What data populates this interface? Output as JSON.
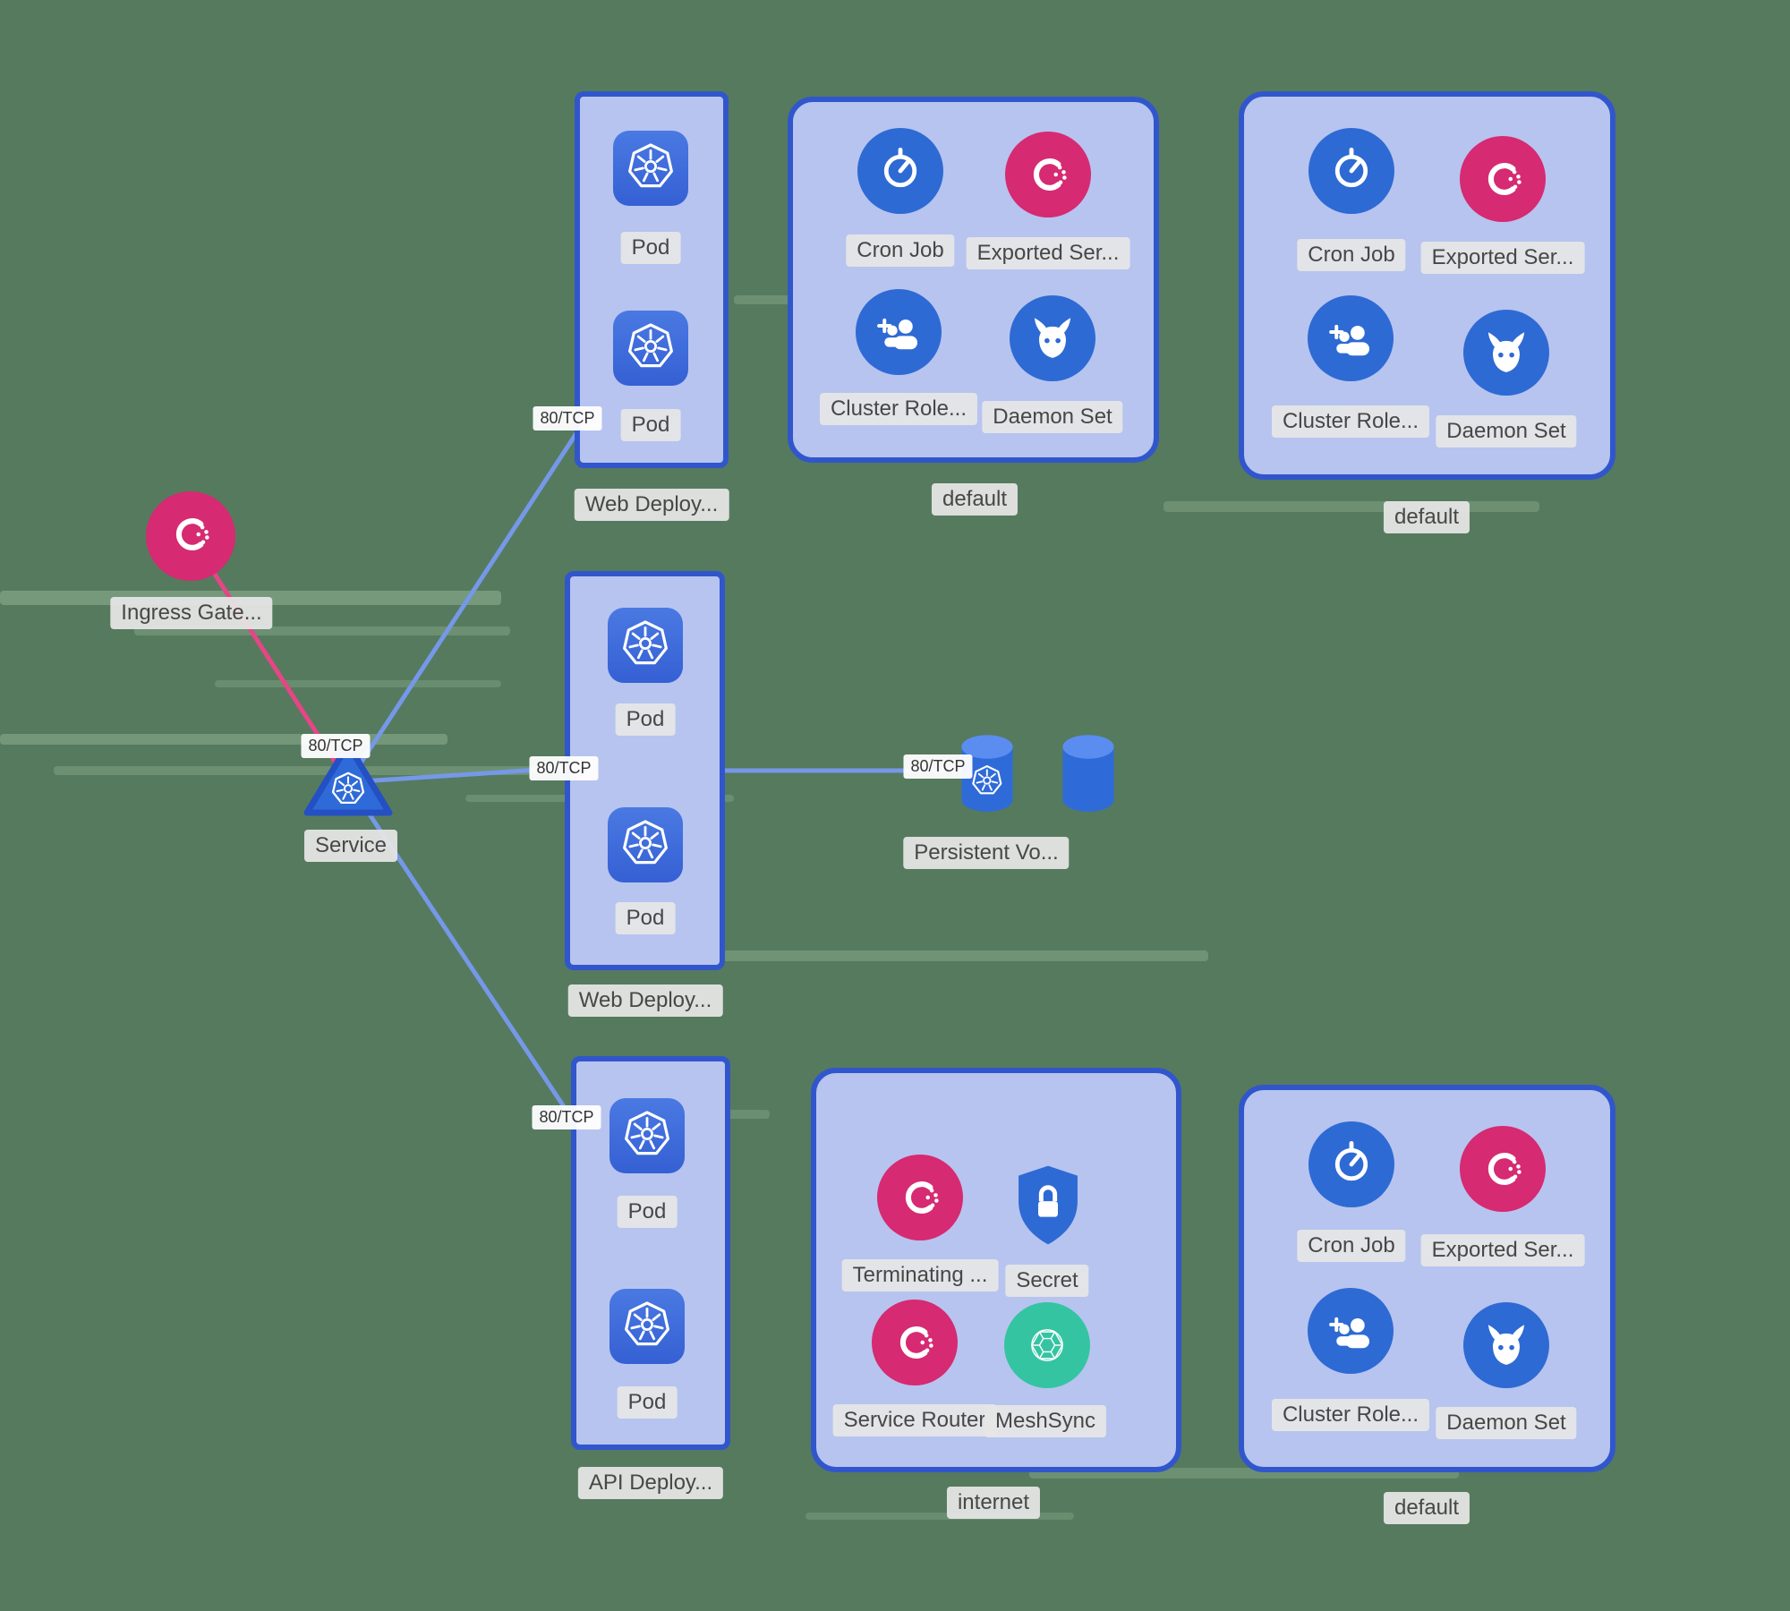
{
  "diagram": {
    "ingress_gateway": {
      "label": "Ingress Gate..."
    },
    "service": {
      "label": "Service"
    },
    "persistent_volume": {
      "label": "Persistent Vo..."
    },
    "deployments": [
      {
        "label": "Web Deploy...",
        "pods": [
          {
            "label": "Pod"
          },
          {
            "label": "Pod"
          }
        ]
      },
      {
        "label": "Web Deploy...",
        "pods": [
          {
            "label": "Pod"
          },
          {
            "label": "Pod"
          }
        ]
      },
      {
        "label": "API Deploy...",
        "pods": [
          {
            "label": "Pod"
          },
          {
            "label": "Pod"
          }
        ]
      }
    ],
    "namespaces": [
      {
        "label": "default",
        "items": [
          {
            "icon": "cron-job-icon",
            "label": "Cron Job"
          },
          {
            "icon": "exported-service-icon",
            "label": "Exported Ser..."
          },
          {
            "icon": "cluster-role-icon",
            "label": "Cluster Role..."
          },
          {
            "icon": "daemon-set-icon",
            "label": "Daemon Set"
          }
        ]
      },
      {
        "label": "default",
        "items": [
          {
            "icon": "cron-job-icon",
            "label": "Cron Job"
          },
          {
            "icon": "exported-service-icon",
            "label": "Exported Ser..."
          },
          {
            "icon": "cluster-role-icon",
            "label": "Cluster Role..."
          },
          {
            "icon": "daemon-set-icon",
            "label": "Daemon Set"
          }
        ]
      },
      {
        "label": "internet",
        "items": [
          {
            "icon": "terminating-gateway-icon",
            "label": "Terminating ..."
          },
          {
            "icon": "secret-icon",
            "label": "Secret"
          },
          {
            "icon": "service-router-icon",
            "label": "Service Router"
          },
          {
            "icon": "meshsync-icon",
            "label": "MeshSync"
          }
        ]
      },
      {
        "label": "default",
        "items": [
          {
            "icon": "cron-job-icon",
            "label": "Cron Job"
          },
          {
            "icon": "exported-service-icon",
            "label": "Exported Ser..."
          },
          {
            "icon": "cluster-role-icon",
            "label": "Cluster Role..."
          },
          {
            "icon": "daemon-set-icon",
            "label": "Daemon Set"
          }
        ]
      }
    ],
    "edges": [
      {
        "from": "ingress-gateway",
        "to": "service",
        "label": "80/TCP"
      },
      {
        "from": "service",
        "to": "web-deployment-1",
        "label": "80/TCP"
      },
      {
        "from": "service",
        "to": "web-deployment-2",
        "label": "80/TCP"
      },
      {
        "from": "service",
        "to": "api-deployment",
        "label": "80/TCP"
      },
      {
        "from": "web-deployment-2",
        "to": "persistent-volume",
        "label": "80/TCP"
      }
    ],
    "colors": {
      "background_green": "#567a5e",
      "container_fill": "#b7c4ef",
      "container_border": "#3156cc",
      "node_blue": "#2e6ad4",
      "accent_pink": "#d62a72",
      "meshsync_teal": "#35c4a2",
      "edge_blue": "#7598e8",
      "edge_pink": "#e64586"
    }
  }
}
